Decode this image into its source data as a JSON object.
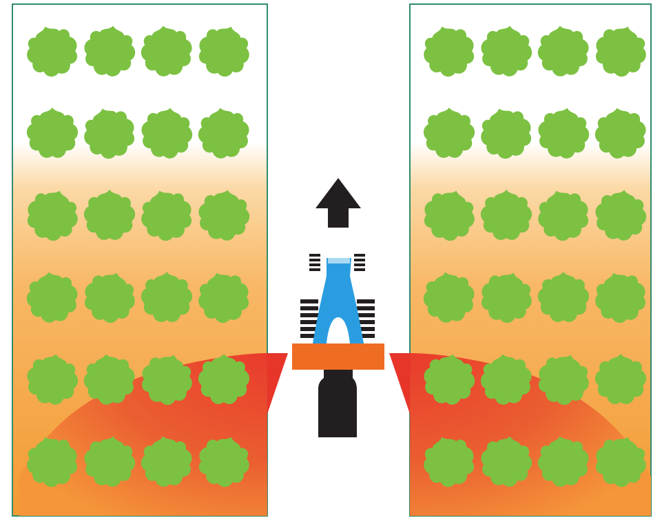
{
  "diagram": {
    "fields": [
      {
        "id": "left-field",
        "rows": 6,
        "cols": 4
      },
      {
        "id": "right-field",
        "rows": 6,
        "cols": 4
      }
    ],
    "colors": {
      "plant": "#7cc142",
      "field_border": "#2e8b6e",
      "soil_light": "#fbd9a6",
      "soil": "#f7a94a",
      "soil_deep": "#f39a32",
      "spray_inner": "#e84a2a",
      "spray_outer": "#f59a3a",
      "arrow": "#231f20",
      "tractor_cab": "#2a9de0",
      "tractor_wheels": "#231f20",
      "tractor_body": "#231f20",
      "boom": "#ef6c23"
    },
    "icons": {
      "direction": "arrow-up-icon",
      "vehicle": "tractor-icon"
    }
  }
}
